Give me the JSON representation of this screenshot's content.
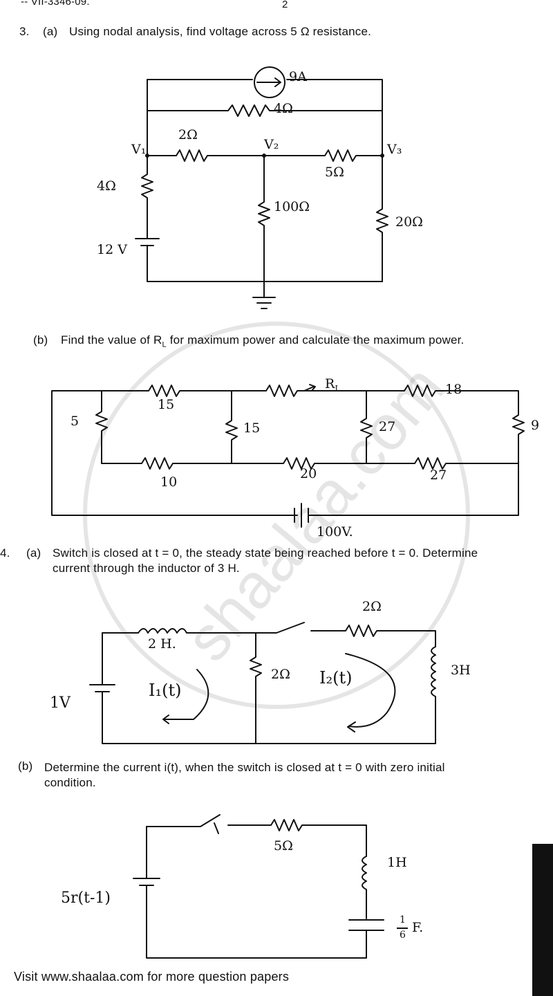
{
  "header": {
    "code": "-- VII-3346-09.",
    "page": "2"
  },
  "q3": {
    "number": "3.",
    "a_tag": "(a)",
    "a_text": "Using nodal analysis,  find voltage across 5 Ω resistance.",
    "a_labels": {
      "source": "9A",
      "r_top": "4Ω",
      "r12": "2Ω",
      "r23": "5Ω",
      "v1": "V₁",
      "v2": "V₂",
      "v3": "V₃",
      "r_left": "4Ω",
      "battery": "12 V",
      "r_mid": "100Ω",
      "r_right": "20Ω"
    },
    "b_tag": "(b)",
    "b_text": "Find the value of R",
    "b_sub": "L",
    "b_text2": " for maximum power and calculate the maximum power.",
    "b_labels": {
      "r5": "5",
      "r15a": "15",
      "rl": "R",
      "rl_sub": "L",
      "r18": "18",
      "r15b": "15",
      "r27a": "27",
      "r9": "9",
      "r10": "10",
      "r20": "20",
      "r27b": "27",
      "battery": "100V."
    }
  },
  "q4": {
    "number": "4.",
    "a_tag": "(a)",
    "a_text1": "Switch is closed at t = 0, the steady state being reached before t = 0.  Determine",
    "a_text2": "current through the inductor of 3 H.",
    "a_labels": {
      "l2": "2 H.",
      "r2a": "2Ω",
      "r2b": "2Ω",
      "l3": "3H",
      "v1": "1V",
      "i1": "I₁(t)",
      "i2": "I₂(t)"
    },
    "b_tag": "(b)",
    "b_text1": "Determine the current i(t), when the switch is closed at t = 0 with zero initial",
    "b_text2": "condition.",
    "b_labels": {
      "r5": "5Ω",
      "l1": "1H",
      "src": "5r(t-1)",
      "cap_n": "1",
      "cap_d": "6",
      "cap_f": "F."
    }
  },
  "footer": {
    "text": "Visit www.shaalaa.com for more question papers"
  },
  "watermark": {
    "text": "shaalaa.com"
  }
}
